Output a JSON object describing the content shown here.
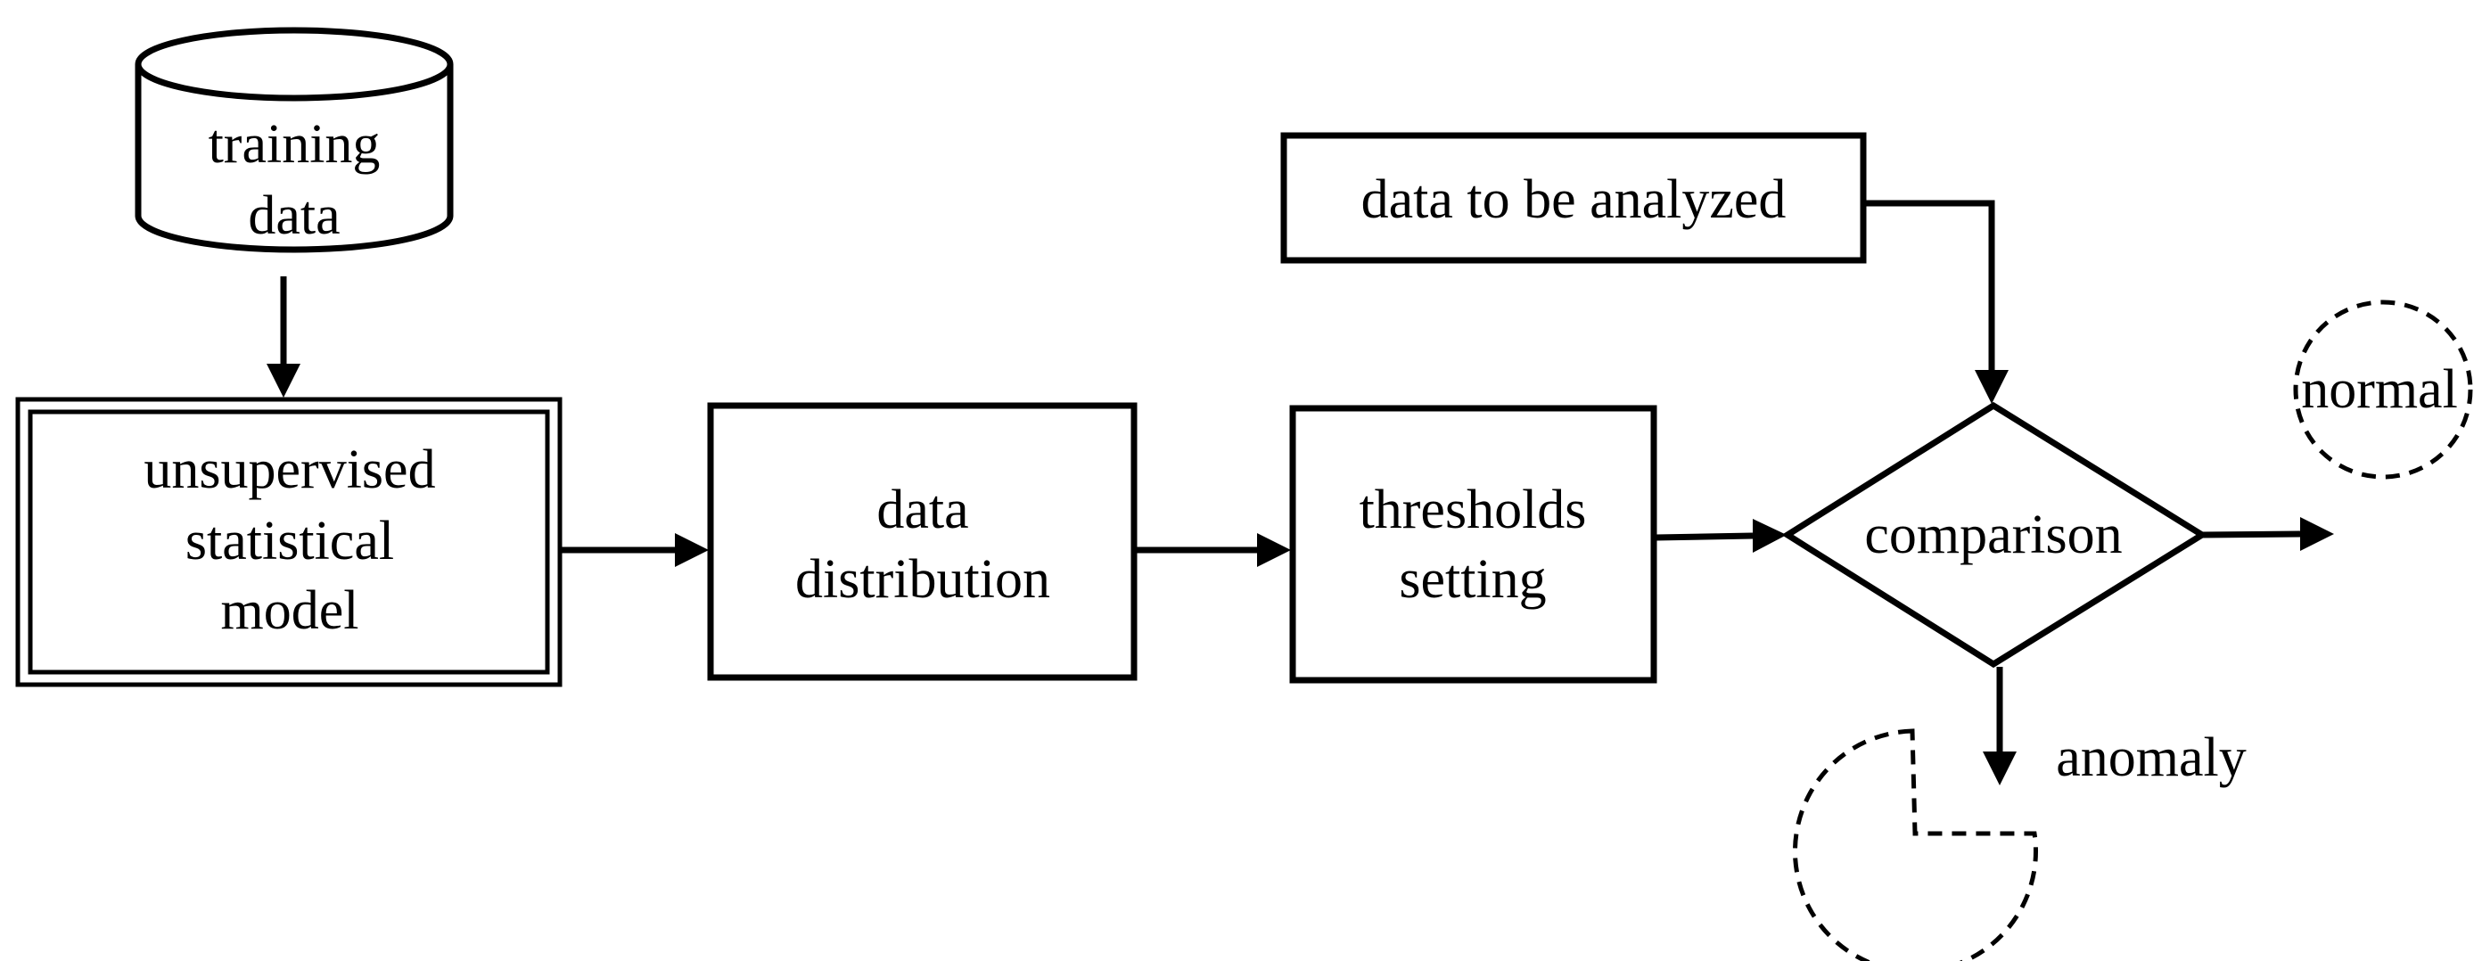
{
  "nodes": {
    "training_data": {
      "lines": [
        "training",
        "data"
      ],
      "shape": "cylinder"
    },
    "model": {
      "lines": [
        "unsupervised",
        "statistical",
        "model"
      ],
      "shape": "double-border-rectangle"
    },
    "distribution": {
      "lines": [
        "data",
        "distribution"
      ],
      "shape": "rectangle"
    },
    "thresholds": {
      "lines": [
        "thresholds",
        "setting"
      ],
      "shape": "rectangle"
    },
    "analyzed": {
      "lines": [
        "data to be analyzed"
      ],
      "shape": "rectangle"
    },
    "comparison": {
      "lines": [
        "comparison"
      ],
      "shape": "diamond"
    },
    "normal": {
      "lines": [
        "normal"
      ],
      "shape": "dashed-circle"
    },
    "anomaly": {
      "lines": [
        "anomaly"
      ],
      "shape": "dashed-pie-with-missing-wedge"
    }
  },
  "edges": [
    {
      "from": "training_data",
      "to": "model"
    },
    {
      "from": "model",
      "to": "distribution"
    },
    {
      "from": "distribution",
      "to": "thresholds"
    },
    {
      "from": "thresholds",
      "to": "comparison"
    },
    {
      "from": "analyzed",
      "to": "comparison"
    },
    {
      "from": "comparison",
      "to": "normal"
    },
    {
      "from": "comparison",
      "to": "anomaly"
    }
  ]
}
